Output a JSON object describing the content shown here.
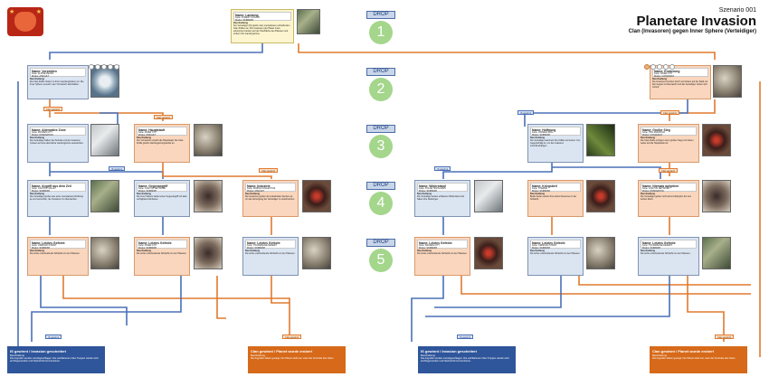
{
  "header": {
    "scenario": "Szenario 001",
    "title": "Planetare Invasion",
    "subtitle": "Clan (Invasoren) gegen Inner Sphere (Verteidiger)"
  },
  "colors": {
    "blue": "#4a70b8",
    "orange": "#e07a2e",
    "drop_green": "#a4d68c",
    "end_blue": "#2f559a",
    "end_orange": "#d66a1a"
  },
  "drops": [
    {
      "label": "DROP",
      "num": "1"
    },
    {
      "label": "DROP",
      "num": "2"
    },
    {
      "label": "DROP",
      "num": "3"
    },
    {
      "label": "DROP",
      "num": "4"
    },
    {
      "label": "DROP",
      "num": "5"
    }
  ],
  "tags": {
    "won_clan": "Clan gewinnt",
    "won_is": "IS gewinnt"
  },
  "icons": {
    "logo": "clan-wolf-logo",
    "drop_marker": "drop-circle"
  },
  "missions": {
    "landung": {
      "name": "Name: Landung",
      "karte": "Karte: FOREST COLONY",
      "modus": "Modus: SKIRMISH",
      "desc_title": "Beschreibung",
      "desc": "Der Verteidiger (IS) greifen den unerwarteten eintreffenden Clan-Kräften an. Die Invasoren (der Planet muss ankommen) landen auf der Oberfläche des Planeten und sichern ihre Landungszone."
    },
    "vorstossen": {
      "name": "Name: Vorstoßen",
      "karte": "Karte: ALPINE PEAKS",
      "modus": "Modus: ASSAULT",
      "desc_title": "Beschreibung",
      "desc": "Die Clan-Kräfte rücken zu ihren Landungszielen vor. Die Inner Sphere versucht, den Vormarsch aufzuhalten."
    },
    "eroberung": {
      "name": "Name: Eroberung",
      "karte": "Karte: RIVER CITY",
      "modus": "Modus: CONQUEST",
      "desc_title": "Beschreibung",
      "desc": "Die Invasoren brechen durch und rücken auf die Stadt vor. Der Gegner ist überrascht und die Verteidiger ziehen sich zurück."
    },
    "alt_zone_l": {
      "name": "Name: Alternative Zone",
      "karte": "Karte: FROZEN CITY",
      "modus": "Modus: DOMINATION",
      "desc_title": "Beschreibung",
      "desc": "Die Verteidiger halten die Zentrale und die Invasoren müssen auf eine alternative Landungszone ausweichen."
    },
    "hauptstadt_l": {
      "name": "Name: Hauptstadt",
      "karte": "Karte: RIVER CITY",
      "modus": "Modus: ASSAULT",
      "desc_title": "Beschreibung",
      "desc": "Der Vormarsch erreicht die Hauptstadt. Die Clan-Kräfte greifen das Regierungsviertel an."
    },
    "hoffnung_r": {
      "name": "Name: Hoffnung",
      "karte": "Karte: VIRIDIAN BOG",
      "modus": "Modus: SKIRMISH",
      "desc_title": "Beschreibung",
      "desc": "Die Verteidiger sammeln ihre Kräfte und setzen zum Gegenschlag an, um die Invasoren zurückzudrängen."
    },
    "grossangriff_r": {
      "name": "Name: Großer Sieg",
      "karte": "Karte: HPG MANIFOLD",
      "modus": "Modus: CONQUEST",
      "desc_title": "Beschreibung",
      "desc": "Die Clan-Kräfte erringen einen großen Sieg und rücken weiter auf die Hauptstadt vor."
    },
    "angriff_l": {
      "name": "Name: Angriff aus dem Zeil",
      "karte": "Karte: CAUSTIC VALLEY",
      "modus": "Modus: SKIRMISH",
      "desc_title": "Beschreibung",
      "desc": "Die Verteidiger greifen aus einer unerwarteten Richtung an und versuchen, die Invasoren zu überraschen."
    },
    "gegenangriff_l": {
      "name": "Name: Gegenangriff",
      "karte": "Karte: CANYON NETWORK",
      "modus": "Modus: SKIRMISH",
      "desc_title": "Beschreibung",
      "desc": "Die Inner Sphere startet einen Gegenangriff mit allen verfügbaren Einheiten."
    },
    "industrie_l": {
      "name": "Name: Industrie",
      "karte": "Karte: MINING COLLECTIVE",
      "modus": "Modus: ASSAULT",
      "desc_title": "Beschreibung",
      "desc": "Die Invasoren greifen die industriellen Zentren an, um die Versorgung der Verteidiger zu unterbrechen."
    },
    "widerstand_r": {
      "name": "Name: Widerstand",
      "karte": "Karte: POLAR HIGHLANDS",
      "modus": "Modus: SKIRMISH",
      "desc_title": "Beschreibung",
      "desc": "Die Verteidiger leisten erbitterten Widerstand und halten ihre Stellungen."
    },
    "kriegsbeil_r": {
      "name": "Name: Kriegsbeil",
      "karte": "Karte: THERMA",
      "modus": "Modus: SKIRMISH",
      "desc_title": "Beschreibung",
      "desc": "Beide Seiten werfen ihre letzten Reserven in die Schlacht."
    },
    "niemals_r": {
      "name": "Name: Niemals aufgeben",
      "karte": "Karte: CANYON NETWORK",
      "modus": "Modus: DOMINATION",
      "desc_title": "Beschreibung",
      "desc": "Die Verteidiger geben nicht auf und kämpfen bis zum letzten Mech."
    },
    "letztes1": {
      "name": "Name: Letztes Gefecht",
      "karte": "Karte: CRIMSON STRAIT",
      "modus": "Modus: SKIRMISH",
      "desc_title": "Beschreibung",
      "desc": "Die letzte entscheidende Schlacht um den Planeten."
    },
    "letztes2": {
      "name": "Name: Letztes Gefecht",
      "karte": "Karte: RIVER CITY",
      "modus": "Modus: SKIRMISH",
      "desc_title": "Beschreibung",
      "desc": "Die letzte entscheidende Schlacht um den Planeten."
    },
    "letztes3": {
      "name": "Name: Letztes Gefecht",
      "karte": "Karte: TOURMALINE DESERT",
      "modus": "Modus: SKIRMISH",
      "desc_title": "Beschreibung",
      "desc": "Die letzte entscheidende Schlacht um den Planeten."
    },
    "letztes4": {
      "name": "Name: Letztes Gefecht",
      "karte": "Karte: FROZEN CITY",
      "modus": "Modus: SKIRMISH",
      "desc_title": "Beschreibung",
      "desc": "Die letzte entscheidende Schlacht um den Planeten."
    },
    "letztes5": {
      "name": "Name: Letztes Gefecht",
      "karte": "Karte: CRIMSON STRAIT",
      "modus": "Modus: SKIRMISH",
      "desc_title": "Beschreibung",
      "desc": "Die letzte entscheidende Schlacht um den Planeten."
    },
    "letztes6": {
      "name": "Name: Letztes Gefecht",
      "karte": "Karte: TOURMALINE DESERT",
      "modus": "Modus: SKIRMISH",
      "desc_title": "Beschreibung",
      "desc": "Die letzte entscheidende Schlacht um den Planeten."
    }
  },
  "endings": {
    "is_left": {
      "title": "IS gewinnt / Invasion gescheitert",
      "desc_title": "Beschreibung",
      "desc": "Die Angreifer wurden zurückgeschlagen. Die verbliebenen Clan-Truppen werden sich auf Regeneration und Nachschub konzentrieren."
    },
    "clan_left": {
      "title": "Clan gewinnt / Planet wurde erobert",
      "desc_title": "Beschreibung",
      "desc": "Die Angreifer haben gesiegt. Der Planet steht nun unter der Kontrolle des Clans."
    },
    "is_right": {
      "title": "IS gewinnt / Invasion gescheitert",
      "desc_title": "Beschreibung",
      "desc": "Die Angreifer wurden zurückgeschlagen. Die verbliebenen Clan-Truppen werden sich auf Regeneration und Nachschub konzentrieren."
    },
    "clan_right": {
      "title": "Clan gewinnt / Planet wurde erobert",
      "desc_title": "Beschreibung",
      "desc": "Die Angreifer haben gesiegt. Der Planet steht nun unter der Kontrolle des Clans."
    }
  }
}
